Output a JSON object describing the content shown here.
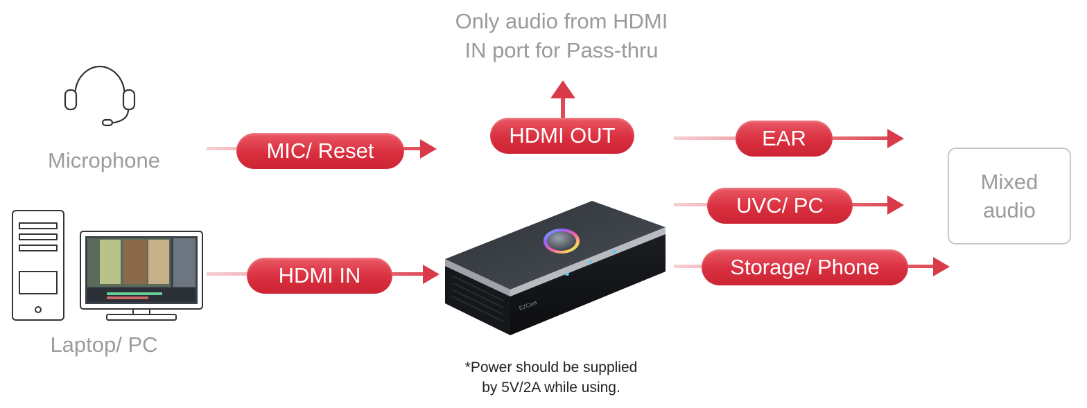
{
  "notes": {
    "passthru_line1": "Only audio from HDMI",
    "passthru_line2": "IN port for Pass-thru",
    "power_line1": "*Power should be supplied",
    "power_line2": "by 5V/2A while using."
  },
  "sources": {
    "microphone": "Microphone",
    "laptop_pc": "Laptop/ PC"
  },
  "ports": {
    "mic_reset": "MIC/ Reset",
    "hdmi_in": "HDMI IN",
    "hdmi_out": "HDMI OUT",
    "ear": "EAR",
    "uvc_pc": "UVC/ PC",
    "storage_phone": "Storage/ Phone"
  },
  "output": {
    "mixed_line1": "Mixed",
    "mixed_line2": "audio"
  },
  "device": {
    "brand": "EZCast"
  },
  "colors": {
    "accent_red": "#d92f3f",
    "label_gray": "#9a9a9a",
    "ring_gradient": [
      "#5bd4ff",
      "#9b5cff",
      "#ff5fa8",
      "#ffd35c",
      "#5cff9b"
    ]
  },
  "icons": [
    "headset-icon",
    "desktop-tower-icon",
    "monitor-icon",
    "capture-device"
  ]
}
